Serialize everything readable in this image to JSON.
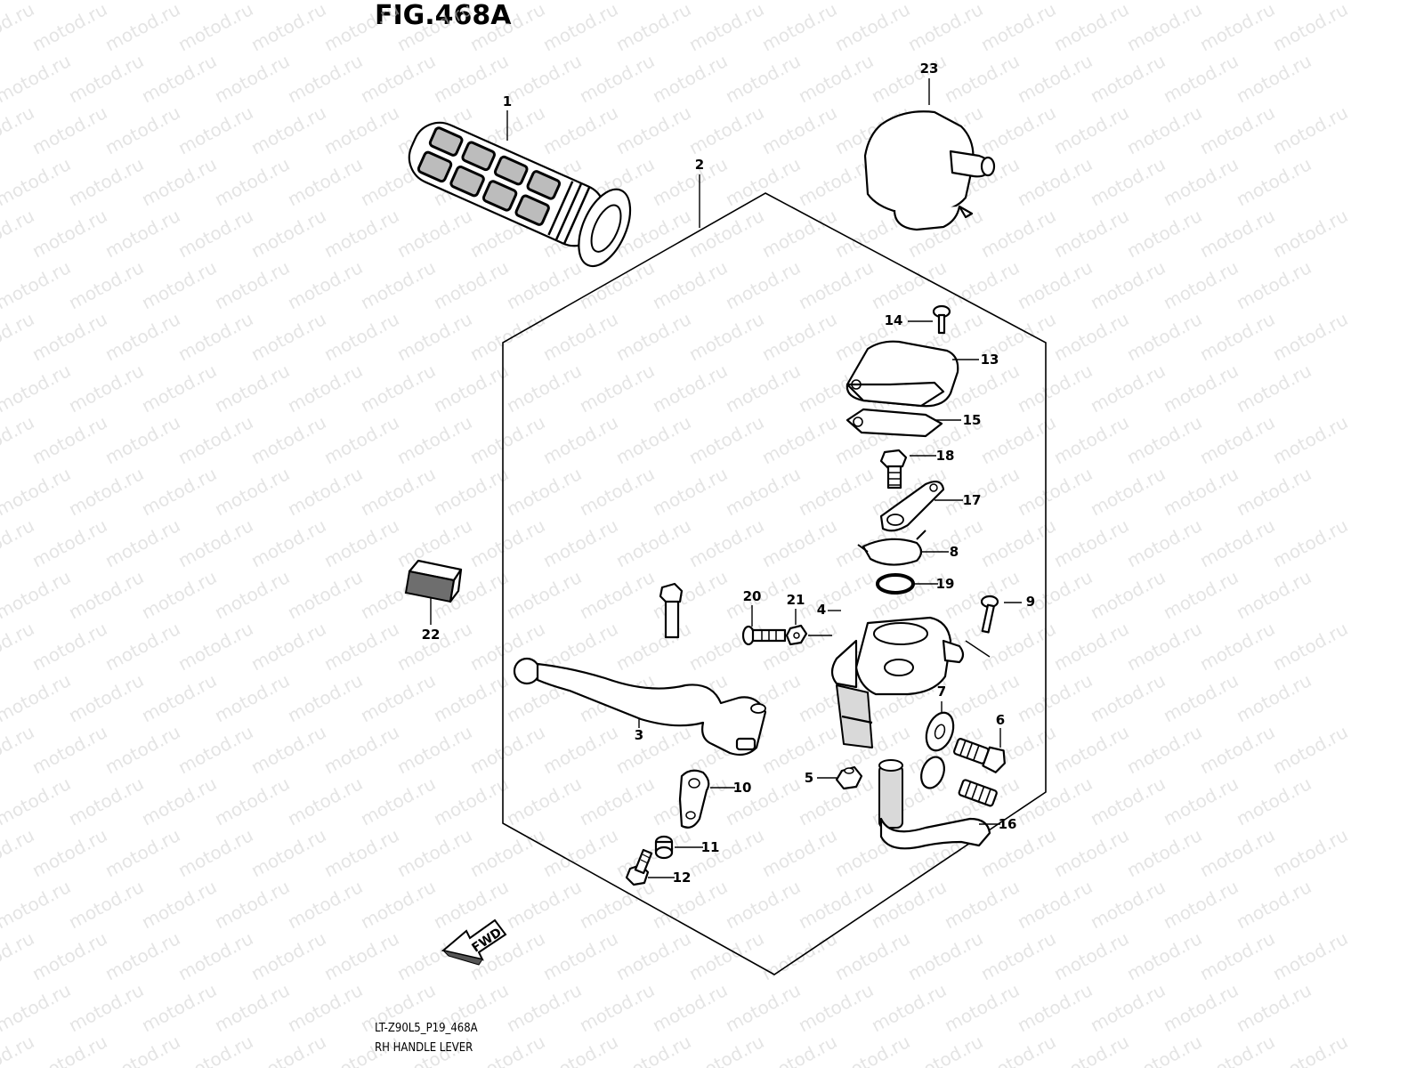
{
  "figure": {
    "title": "FIG.468A",
    "reference_code": "LT-Z90L5_P19_468A",
    "name": "RH HANDLE LEVER",
    "fwd_label": "FWD",
    "watermark": "motod.ru"
  },
  "callouts": [
    {
      "id": "1",
      "label": "1"
    },
    {
      "id": "2",
      "label": "2"
    },
    {
      "id": "3",
      "label": "3"
    },
    {
      "id": "4",
      "label": "4"
    },
    {
      "id": "5",
      "label": "5"
    },
    {
      "id": "6",
      "label": "6"
    },
    {
      "id": "7",
      "label": "7"
    },
    {
      "id": "8",
      "label": "8"
    },
    {
      "id": "9",
      "label": "9"
    },
    {
      "id": "10",
      "label": "10"
    },
    {
      "id": "11",
      "label": "11"
    },
    {
      "id": "12",
      "label": "12"
    },
    {
      "id": "13",
      "label": "13"
    },
    {
      "id": "14",
      "label": "14"
    },
    {
      "id": "15",
      "label": "15"
    },
    {
      "id": "16",
      "label": "16"
    },
    {
      "id": "17",
      "label": "17"
    },
    {
      "id": "18",
      "label": "18"
    },
    {
      "id": "19",
      "label": "19"
    },
    {
      "id": "20",
      "label": "20"
    },
    {
      "id": "21",
      "label": "21"
    },
    {
      "id": "22",
      "label": "22"
    },
    {
      "id": "23",
      "label": "23"
    }
  ]
}
